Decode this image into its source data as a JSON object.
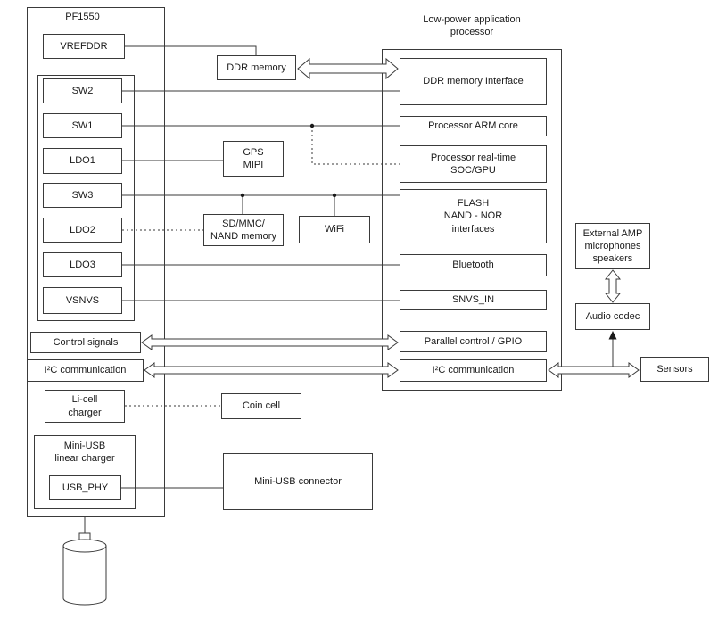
{
  "pf1550": {
    "title": "PF1550",
    "vrefddr": "VREFDDR",
    "regulators": [
      "SW2",
      "SW1",
      "LDO1",
      "SW3",
      "LDO2",
      "LDO3",
      "VSNVS"
    ],
    "control_signals": "Control signals",
    "i2c": "I²C communication",
    "li_cell_charger": "Li-cell\ncharger",
    "mini_usb_charger": "Mini-USB\nlinear charger",
    "usb_phy": "USB_PHY"
  },
  "middle": {
    "ddr_memory": "DDR memory",
    "gps_mipi": "GPS\nMIPI",
    "sd_mmc": "SD/MMC/\nNAND memory",
    "wifi": "WiFi",
    "coin_cell": "Coin cell",
    "mini_usb_connector": "Mini-USB connector"
  },
  "processor": {
    "title": "Low-power application\nprocessor",
    "blocks": [
      "DDR memory Interface",
      "Processor ARM core",
      "Processor real-time\nSOC/GPU",
      "FLASH\nNAND - NOR\ninterfaces",
      "Bluetooth",
      "SNVS_IN",
      "Parallel control / GPIO",
      "I²C communication"
    ]
  },
  "audio": {
    "ext_amp": "External AMP\nmicrophones\nspeakers",
    "audio_codec": "Audio codec",
    "sensors": "Sensors"
  },
  "colors": {
    "line": "#3a3a3a",
    "background": "#ffffff"
  }
}
